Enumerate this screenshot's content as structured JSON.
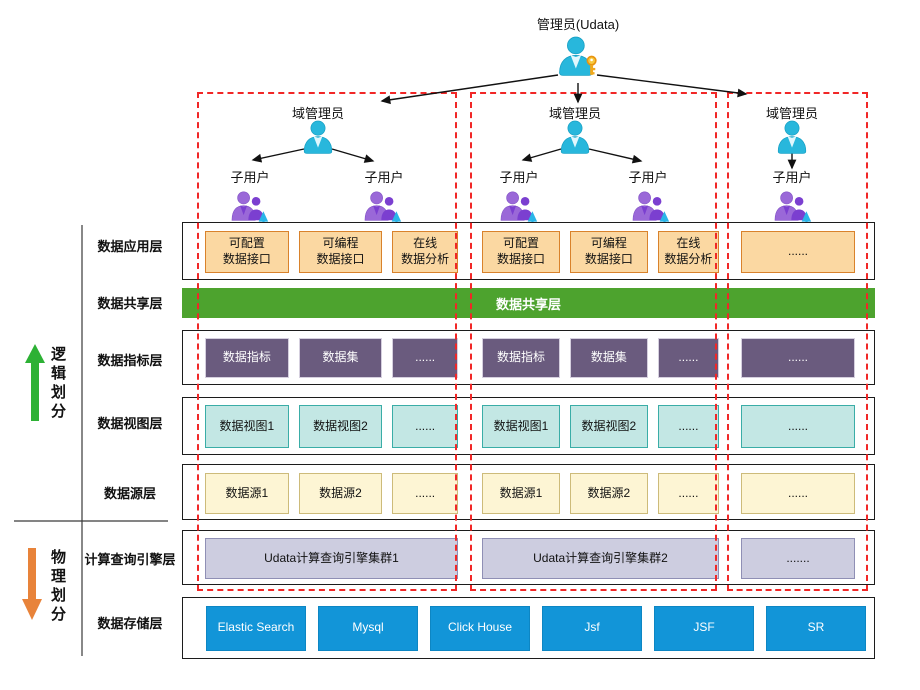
{
  "diagram": {
    "admin": {
      "label": "管理员(Udata)"
    },
    "domain_groups": [
      {
        "admin_label": "域管理员",
        "sub_users": [
          {
            "label": "子用户"
          },
          {
            "label": "子用户"
          }
        ]
      },
      {
        "admin_label": "域管理员",
        "sub_users": [
          {
            "label": "子用户"
          },
          {
            "label": "子用户"
          }
        ]
      },
      {
        "admin_label": "域管理员",
        "sub_users": [
          {
            "label": "子用户"
          }
        ]
      }
    ],
    "side": {
      "logical": "逻辑划分",
      "physical": "物理划分"
    },
    "layers": {
      "app": {
        "label": "数据应用层",
        "g1": [
          "可配置\n数据接口",
          "可编程\n数据接口",
          "在线\n数据分析"
        ],
        "g2": [
          "可配置\n数据接口",
          "可编程\n数据接口",
          "在线\n数据分析"
        ],
        "g3": "......"
      },
      "share": {
        "label": "数据共享层",
        "bar": "数据共享层"
      },
      "metric": {
        "label": "数据指标层",
        "g1": [
          "数据指标",
          "数据集",
          "......"
        ],
        "g2": [
          "数据指标",
          "数据集",
          "......"
        ],
        "g3": "......"
      },
      "view": {
        "label": "数据视图层",
        "g1": [
          "数据视图1",
          "数据视图2",
          "......"
        ],
        "g2": [
          "数据视图1",
          "数据视图2",
          "......"
        ],
        "g3": "......"
      },
      "source": {
        "label": "数据源层",
        "g1": [
          "数据源1",
          "数据源2",
          "......"
        ],
        "g2": [
          "数据源1",
          "数据源2",
          "......"
        ],
        "g3": "......"
      },
      "engine": {
        "label": "计算查询引擎层",
        "g1": "Udata计算查询引擎集群1",
        "g2": "Udata计算查询引擎集群2",
        "g3": "......."
      },
      "storage": {
        "label": "数据存储层",
        "items": [
          "Elastic Search",
          "Mysql",
          "Click House",
          "Jsf",
          "JSF",
          "SR"
        ]
      }
    },
    "colors": {
      "app_fill": "#fbd8a2",
      "app_border": "#d9822b",
      "share_fill": "#4da32e",
      "metric_fill": "#6a5b7e",
      "view_fill": "#c3e7e4",
      "view_border": "#3aada7",
      "source_fill": "#fdf5d4",
      "source_border": "#cdbb7a",
      "engine_fill": "#cdcde0",
      "engine_border": "#8f8fb5",
      "storage_fill": "#1295d8",
      "boundary_dashed": "#f12727",
      "logical_arrow": "#2db135",
      "physical_arrow": "#e8833a",
      "user_icon": "#28b7dc",
      "subuser_icon": "#9a68d8",
      "key_icon": "#f0a81c"
    }
  }
}
